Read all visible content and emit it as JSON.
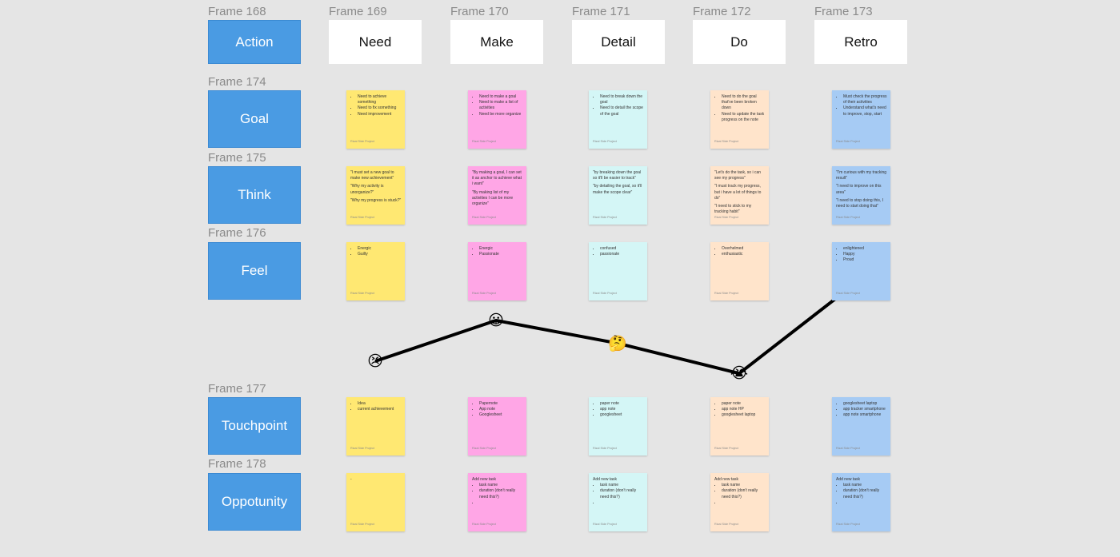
{
  "frames": {
    "action": "Frame 168",
    "need": "Frame 169",
    "make": "Frame 170",
    "detail": "Frame 171",
    "do": "Frame 172",
    "retro": "Frame 173",
    "goal": "Frame 174",
    "think": "Frame 175",
    "feel": "Frame 176",
    "touchpoint": "Frame 177",
    "opportunity": "Frame 178"
  },
  "row_labels": {
    "action": "Action",
    "goal": "Goal",
    "think": "Think",
    "feel": "Feel",
    "touchpoint": "Touchpoint",
    "opportunity": "Oppotunity"
  },
  "columns": [
    "Need",
    "Make",
    "Detail",
    "Do",
    "Retro"
  ],
  "signature": "Rizal Side Project",
  "colors": {
    "need": "#ffe872",
    "make": "#ffa6e6",
    "detail": "#d4f6f6",
    "do": "#ffe4cb",
    "retro": "#a6cbf4",
    "frame_blue": "#4a9be3"
  },
  "notes": {
    "goal": [
      {
        "items": [
          "Need to achieve something",
          "Need to fix something",
          "Need improvement"
        ]
      },
      {
        "items": [
          "Need to make a goal",
          "Need to make a list of activities",
          "Need be more organize"
        ]
      },
      {
        "items": [
          "Need to break down the goal",
          "Need to detail the scope of the goal"
        ]
      },
      {
        "items": [
          "Need to do the goal that've been broken down",
          "Need to update the task progress on the note"
        ]
      },
      {
        "items": [
          "Must check the progress of their activities",
          "Understand what's need to improve, stop, start"
        ]
      }
    ],
    "think": [
      {
        "paras": [
          "\"I must set a new goal to make new achievement\"",
          "\"Why my activity is unorganize?\"",
          "\"Why my progress is stuck?\""
        ]
      },
      {
        "paras": [
          "\"By making a goal, I can set it as anchor to achieve what i want\"",
          "\"By making list of my activities I can be more organize\""
        ]
      },
      {
        "paras": [
          "\"by breaking down the goal so it'll be easier to track\"",
          "\"by detailing the goal, so it'll make the scope clear\""
        ]
      },
      {
        "paras": [
          "\"Let's do the task, so i can see my progress\"",
          "\"I must track my progress, but i have a lot of things to do\"",
          "\"I need to stick to my tracking habit\""
        ]
      },
      {
        "paras": [
          "\"I'm curious with my tracking result\"",
          "\"I need to improve on this area\"",
          "\"I need to stop doing this, I need to start doing that\""
        ]
      }
    ],
    "feel": [
      {
        "items": [
          "Energic",
          "Guilty"
        ]
      },
      {
        "items": [
          "Energic",
          "Passionate"
        ]
      },
      {
        "items": [
          "confused",
          "passionate"
        ]
      },
      {
        "items": [
          "Overhelmed",
          "enthusiastic"
        ]
      },
      {
        "items": [
          "enlightened",
          "Happy",
          "Proud"
        ]
      }
    ],
    "touchpoint": [
      {
        "items": [
          "Idea",
          "current achievement"
        ]
      },
      {
        "items": [
          "Papernote",
          "App note",
          "Googlesheet"
        ]
      },
      {
        "items": [
          "paper note",
          "app note",
          "googlesheet"
        ]
      },
      {
        "items": [
          "paper note",
          "app note HP",
          "googlesheet laptop"
        ]
      },
      {
        "items": [
          "googlesheet laptop",
          "app tracker smartphone",
          "app note smartphone"
        ]
      }
    ],
    "opportunity": [
      {
        "paras": [
          "-"
        ]
      },
      {
        "lead": "Add new task",
        "items": [
          "task name",
          "duration (don't really need this?)",
          ""
        ]
      },
      {
        "lead": "Add new task",
        "items": [
          "task name",
          "duration (don't really need this?)",
          ""
        ]
      },
      {
        "lead": "Add new task",
        "items": [
          "task name",
          "duration (don't really need this?)",
          ""
        ]
      },
      {
        "lead": "Add new task",
        "items": [
          "task name",
          "duration (don't really need this?)",
          ""
        ]
      }
    ]
  },
  "journey": {
    "emotions": [
      {
        "stage": "Need",
        "emoji": "😣",
        "level": 0.0
      },
      {
        "stage": "Make",
        "emoji": "😀",
        "level": 0.5
      },
      {
        "stage": "Detail",
        "emoji": "🤔",
        "level": 0.22
      },
      {
        "stage": "Do",
        "emoji": "😭",
        "level": -0.15
      },
      {
        "stage": "Retro",
        "emoji": "😇",
        "level": 1.0
      }
    ],
    "line_color": "#000000"
  }
}
